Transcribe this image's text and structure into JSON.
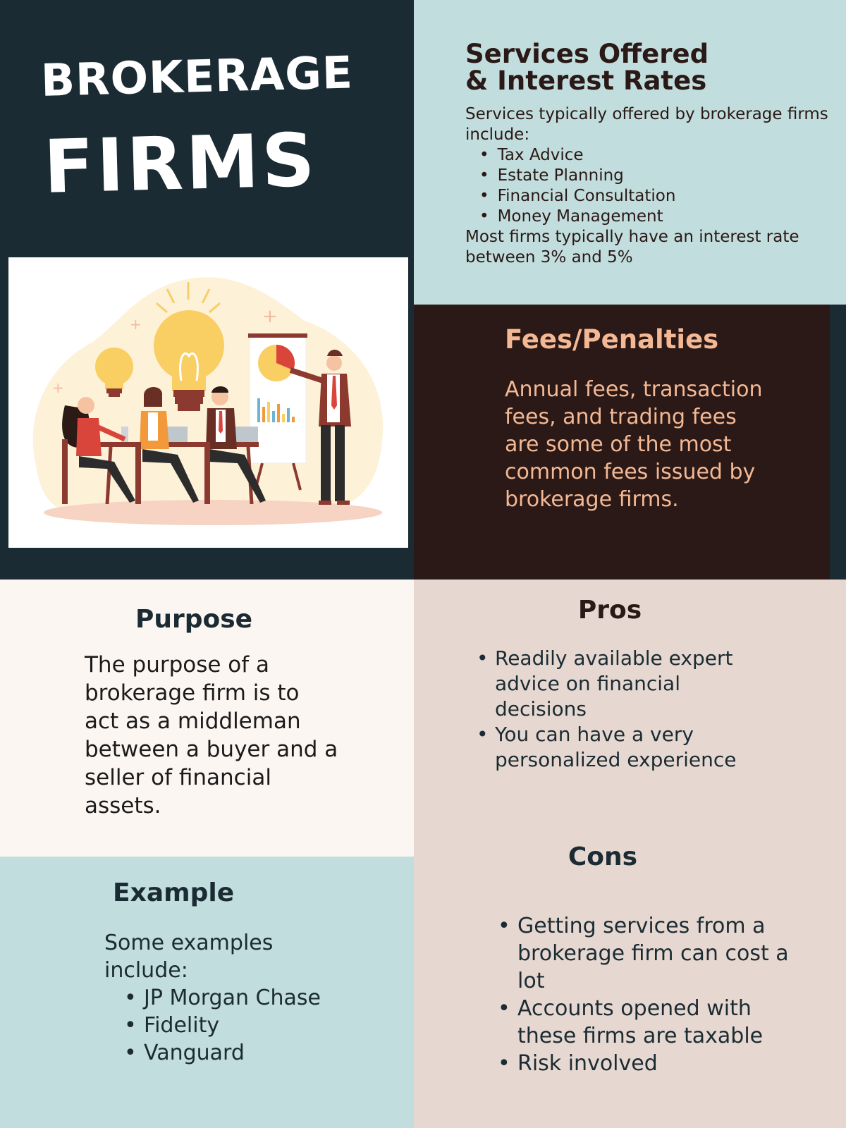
{
  "title": {
    "line1": "BROKERAGE",
    "line2": "FIRMS"
  },
  "illustration": {
    "icon": "business-meeting-illustration"
  },
  "services": {
    "heading_line1": "Services Offered",
    "heading_line2": "& Interest Rates",
    "intro": "Services typically offered by brokerage firms include:",
    "items": [
      "Tax Advice",
      "Estate Planning",
      "Financial Consultation",
      "Money Management"
    ],
    "outro": "Most firms typically have an interest rate between 3% and 5%"
  },
  "fees": {
    "heading": "Fees/Penalties",
    "body": "Annual fees, transaction fees, and trading fees are some of the most common fees issued by brokerage firms."
  },
  "purpose": {
    "heading": "Purpose",
    "body": "The purpose of a brokerage firm is to act as a middleman between a buyer and a seller of financial assets."
  },
  "example": {
    "heading": "Example",
    "intro": "Some examples include:",
    "items": [
      "JP Morgan Chase",
      "Fidelity",
      "Vanguard"
    ]
  },
  "pros": {
    "heading": "Pros",
    "items": [
      "Readily available expert advice on financial decisions",
      "You can have a very personalized experience"
    ]
  },
  "cons": {
    "heading": "Cons",
    "items": [
      "Getting services from a brokerage firm can cost a lot",
      "Accounts opened with these firms are taxable",
      "Risk involved"
    ]
  },
  "colors": {
    "navy": "#1b2b33",
    "teal_light": "#c2dddd",
    "dark_brown": "#2a1916",
    "peach": "#f4b894",
    "cream": "#fcf6f2",
    "beige": "#e6d8d0"
  }
}
